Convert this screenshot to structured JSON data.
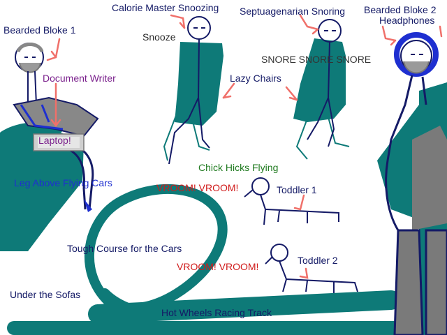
{
  "labels": {
    "bearded_bloke_1": "Bearded Bloke 1",
    "calorie_master": "Calorie Master Snoozing",
    "septuagenarian": "Septuagenarian Snoring",
    "bearded_bloke_2": "Bearded Bloke 2",
    "headphones": "Headphones",
    "snooze": "Snooze",
    "snore": "SNORE SNORE SNORE",
    "lazy_chairs": "Lazy Chairs",
    "document_writer": "Document Writer",
    "laptop": "Laptop!",
    "leg_above": "Leg Above Flying Cars",
    "chick_hicks": "Chick Hicks Flying",
    "vroom_1": "VROOM! VROOM!",
    "toddler_1": "Toddler 1",
    "tough_course": "Tough Course for the Cars",
    "vroom_2": "VROOM! VROOM!",
    "toddler_2": "Toddler 2",
    "under_sofas": "Under the Sofas",
    "hot_wheels": "Hot Wheels Racing Track"
  },
  "colors": {
    "teal": "#0e7a78",
    "navy": "#141a66",
    "gray": "#7a7a7a",
    "arrow": "#f0706a",
    "blue_accent": "#1e2fd0"
  }
}
